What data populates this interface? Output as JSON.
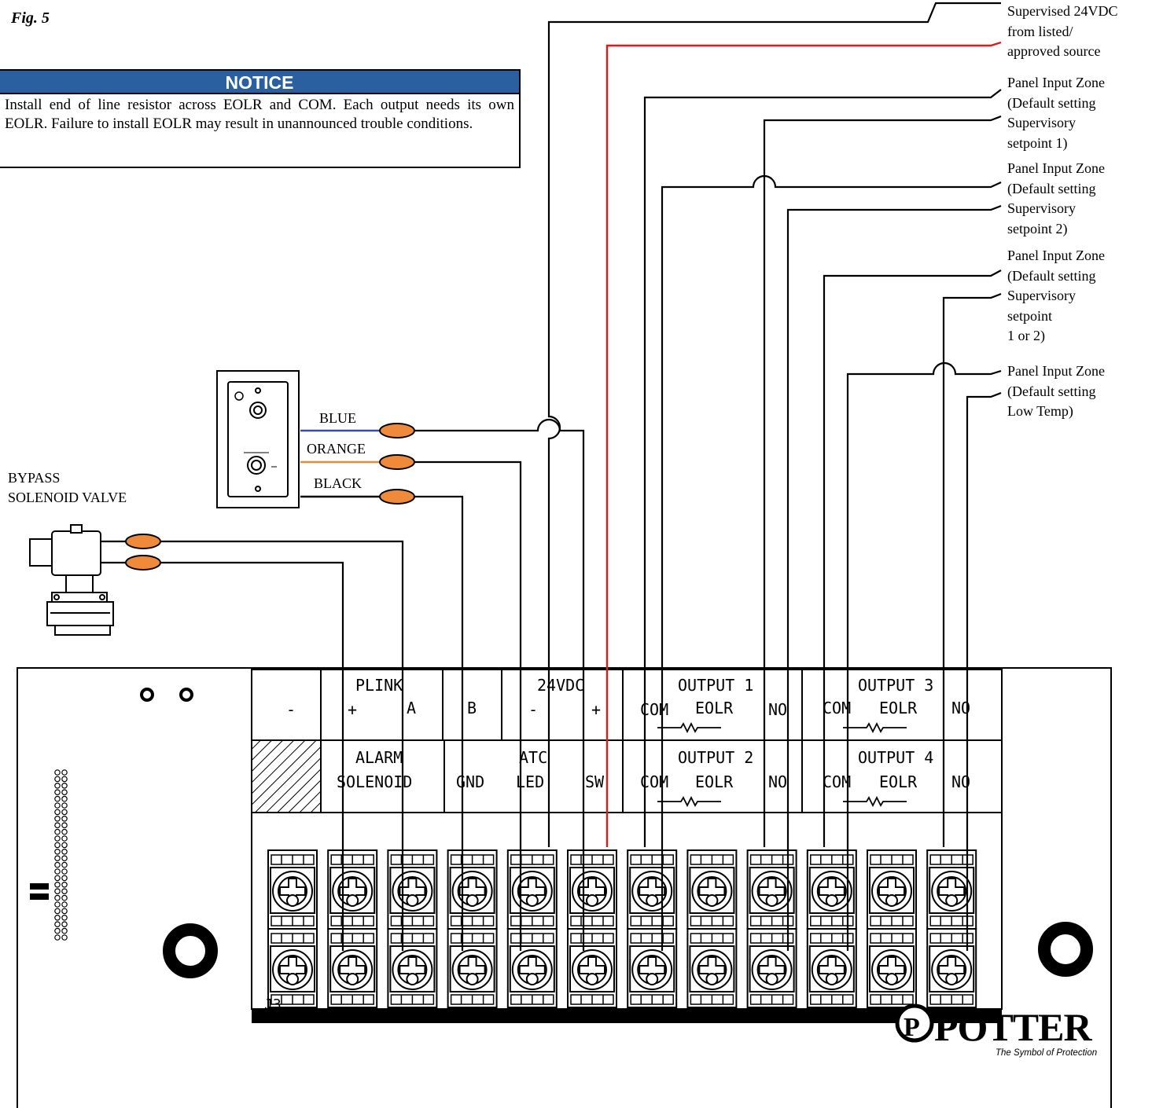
{
  "figure_label": "Fig. 5",
  "notice": {
    "heading": "NOTICE",
    "text": "Install end of line resistor across EOLR and COM. Each output needs its own EOLR. Failure to install EOLR may result in unannounced trouble conditions."
  },
  "side_labels": [
    "Supervised 24VDC\nfrom listed/\napproved source",
    "Panel Input Zone\n(Default setting\nSupervisory\nsetpoint 1)",
    "Panel Input Zone\n(Default setting\nSupervisory\nsetpoint 2)",
    "Panel Input Zone\n(Default setting\nSupervisory\nsetpoint\n1 or 2)",
    "Panel Input Zone\n(Default setting\nLow Temp)"
  ],
  "wires": {
    "blue": "BLUE",
    "orange": "ORANGE",
    "black": "BLACK"
  },
  "valve_label": "BYPASS\nSOLENOID VALVE",
  "terminal_block": {
    "row1": {
      "plink": "PLINK",
      "minus": "-",
      "plus": "+",
      "a": "A",
      "b": "B",
      "vdc": "24VDC",
      "vdc_minus": "-",
      "vdc_plus": "+",
      "output1": "OUTPUT 1",
      "output3": "OUTPUT 3",
      "com": "COM",
      "eolr": "EOLR",
      "no": "NO"
    },
    "row2": {
      "alarm": "ALARM",
      "solenoid": "SOLENOID",
      "gnd": "GND",
      "atc": "ATC",
      "led": "LED",
      "sw": "SW",
      "output2": "OUTPUT 2",
      "output4": "OUTPUT 4"
    }
  },
  "board_label": "J3",
  "logo": {
    "word": "POTTER",
    "tagline": "The Symbol of Protection",
    "glyph": "P"
  },
  "colors": {
    "notice_header": "#2a5fa0",
    "red_wire": "#e0191b",
    "blue_wire": "#3b4aa8",
    "orange_wire": "#e08a3c",
    "connector": "#ef8a3a"
  }
}
